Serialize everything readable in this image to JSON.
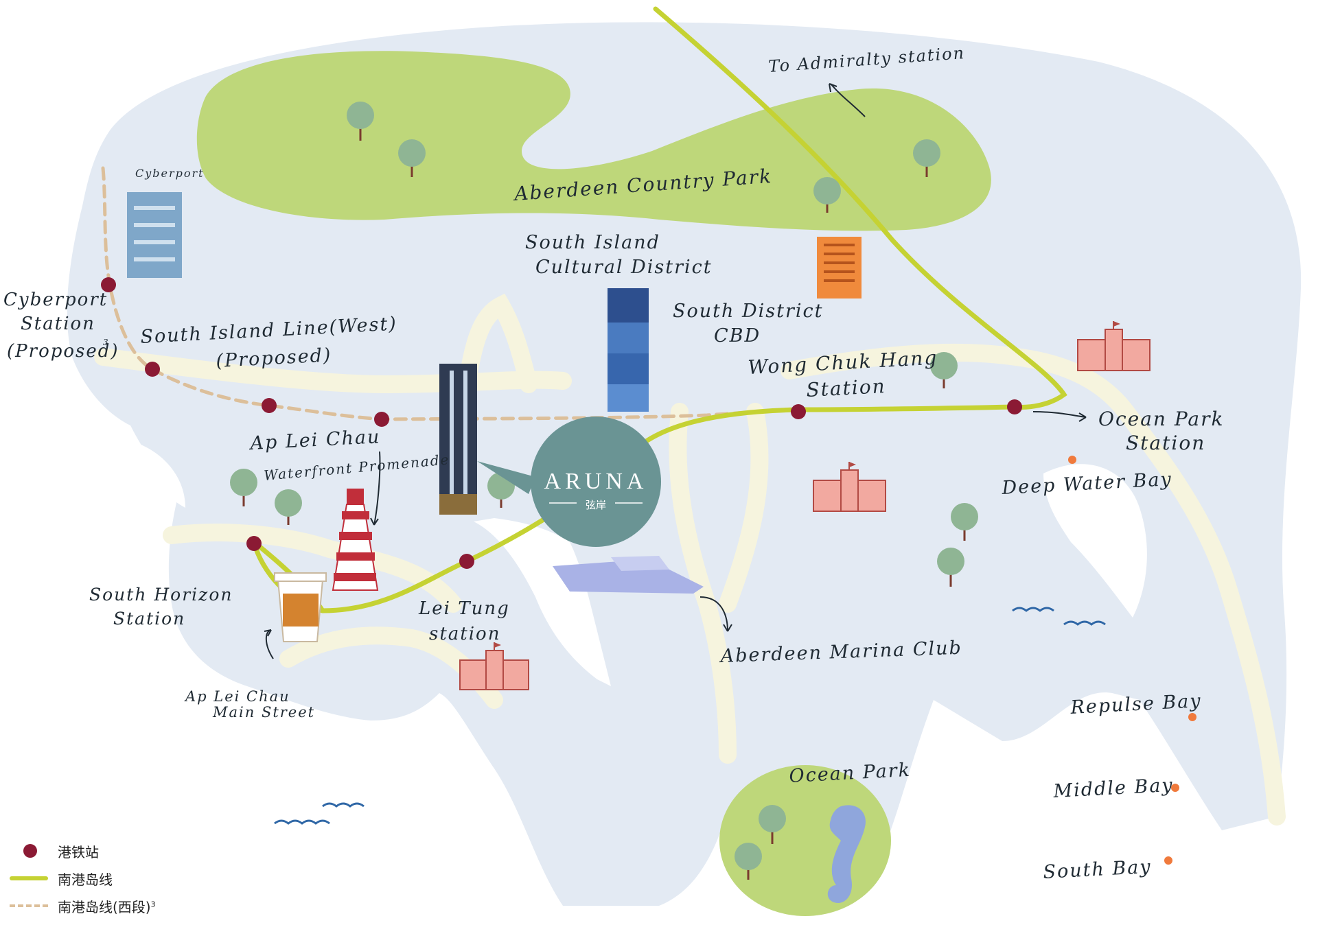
{
  "colors": {
    "land": "#e3eaf3",
    "park": "#bed77a",
    "road": "#f6f4de",
    "island_line": "#c5d233",
    "west_line": "#dcbf9a",
    "station": "#8b1a34",
    "beach_dot": "#f07a3c",
    "aruna_badge": "#6a9494",
    "water_wave": "#2f67a6"
  },
  "labels": {
    "to_admiralty": "To Admiralty station",
    "aberdeen_country_park": "Aberdeen Country Park",
    "cyberport": "Cyberport",
    "south_island_cultural_1": "South Island",
    "south_island_cultural_2": "Cultural District",
    "south_district_cbd_1": "South District",
    "south_district_cbd_2": "CBD",
    "cyberport_station_1": "Cyberport",
    "cyberport_station_2": "Station",
    "cyberport_station_3": "(Proposed)",
    "cyberport_station_sup": "3",
    "south_island_line_west_1": "South Island Line(West)",
    "south_island_line_west_2": "(Proposed)",
    "wong_chuk_hang_1": "Wong Chuk Hang",
    "wong_chuk_hang_2": "Station",
    "ocean_park_station_1": "Ocean Park",
    "ocean_park_station_2": "Station",
    "ap_lei_chau_promenade_1": "Ap Lei Chau",
    "ap_lei_chau_promenade_2": "Waterfront Promenade",
    "deep_water_bay": "Deep Water Bay",
    "south_horizon_1": "South Horizon",
    "south_horizon_2": "Station",
    "lei_tung_1": "Lei Tung",
    "lei_tung_2": "station",
    "aberdeen_marina_club": "Aberdeen Marina Club",
    "ap_lei_chau_main_street_1": "Ap Lei Chau",
    "ap_lei_chau_main_street_2": "Main Street",
    "repulse_bay": "Repulse Bay",
    "middle_bay": "Middle Bay",
    "south_bay": "South Bay",
    "ocean_park": "Ocean Park"
  },
  "aruna": {
    "name": "ARUNA",
    "chinese": "弦岸"
  },
  "legend": {
    "station": "港铁站",
    "south_island_line": "南港岛线",
    "south_island_line_west": "南港岛线(西段)",
    "west_sup": "3"
  }
}
